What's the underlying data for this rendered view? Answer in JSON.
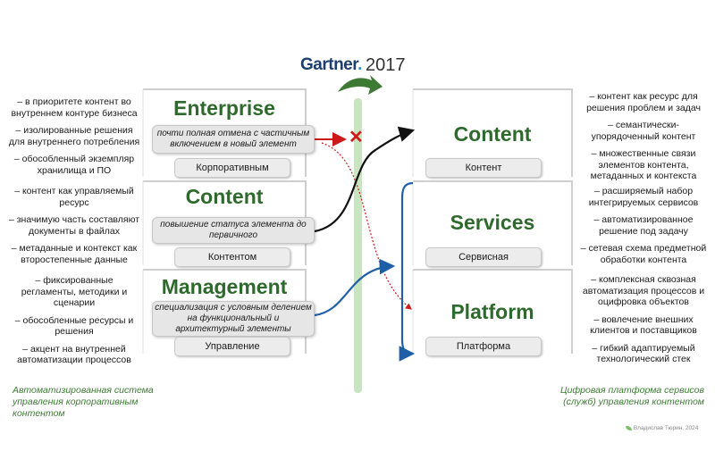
{
  "header": {
    "brand": "Gartner",
    "brand_mark": ".",
    "year": "2017"
  },
  "left_boxes": [
    {
      "title": "Enterprise",
      "pill": "Корпоративным",
      "note": "почти полная отмена с частичным включением в новый элемент",
      "bullets": [
        "в приоритете контент во внутреннем контуре бизнеса",
        "изолированные решения для внутреннего потребления",
        "обособленный экземпляр хранилища и ПО"
      ]
    },
    {
      "title": "Content",
      "pill": "Контентом",
      "note": "повышение статуса элемента до первичного",
      "bullets": [
        "контент как управляемый ресурс",
        "значимую часть составляют документы в файлах",
        "метаданные и контекст как второстепенные данные"
      ]
    },
    {
      "title": "Management",
      "pill": "Управление",
      "note": "специализация с условным делением на функциональный и архитектурный элементы",
      "bullets": [
        "фиксированные регламенты, методики и сценарии",
        "обособленные ресурсы и решения",
        "акцент на внутренней автоматизации процессов"
      ]
    }
  ],
  "right_boxes": [
    {
      "title": "Content",
      "pill": "Контент",
      "bullets": [
        "контент как ресурс для решения проблем и задач",
        "семантически-упорядоченный контент",
        "множественные связи элементов контента, метаданных и контекста"
      ]
    },
    {
      "title": "Services",
      "pill": "Сервисная",
      "bullets": [
        "расширяемый набор интегрируемых сервисов",
        "автоматизированное решение под задачу",
        "сетевая схема предметной обработки контента"
      ]
    },
    {
      "title": "Platform",
      "pill": "Платформа",
      "bullets": [
        "комплексная сквозная автоматизация процессов и оцифровка объектов",
        "вовлечение внешних клиентов и поставщиков",
        "гибкий адаптируемый технологический стек"
      ]
    }
  ],
  "captions": {
    "left": "Автоматизированная система управления корпоративным контентом",
    "right": "Цифровая платформа сервисов (служб) управления контентом"
  },
  "signature": "Владислав Тюрин, 2024",
  "icons": {
    "reject_mark": "cross-icon",
    "signature_mark": "leaf-icon"
  },
  "colors": {
    "title_green": "#2e6a2b",
    "caption_green": "#3d7a34",
    "divider_green": "#c9e4c0",
    "arrow_black": "#111111",
    "arrow_blue": "#1f5fa8",
    "arrow_red": "#cc1a1a"
  }
}
